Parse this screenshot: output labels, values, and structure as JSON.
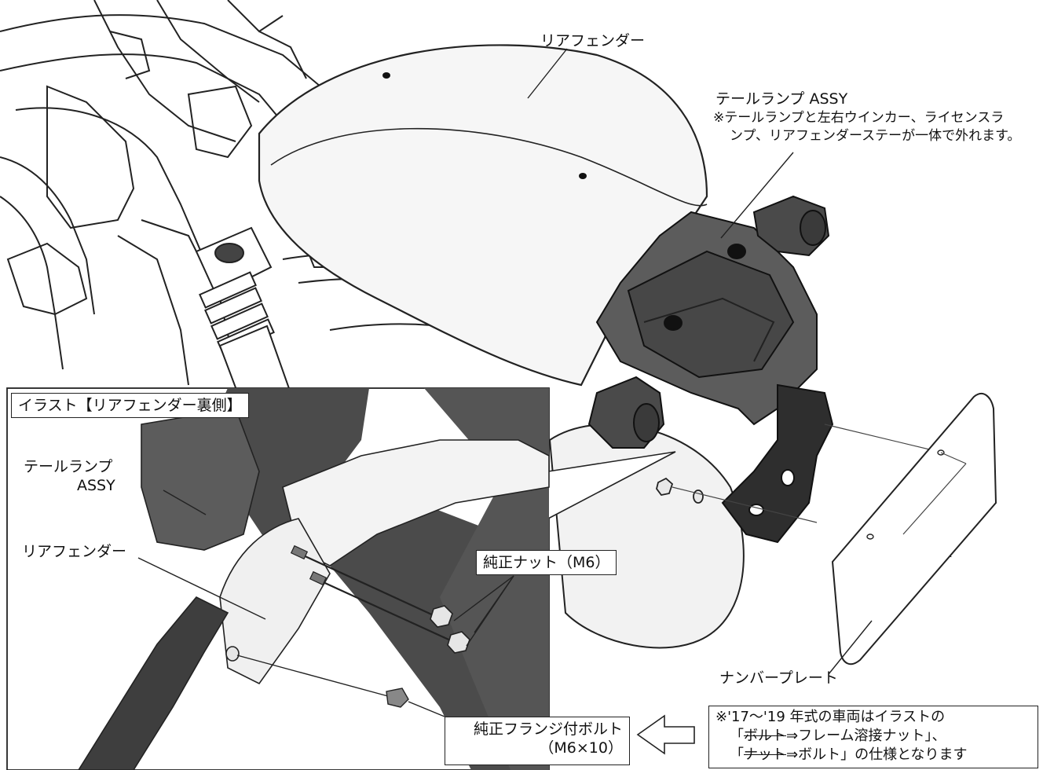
{
  "labels": {
    "rear_fender_top": "リアフェンダー",
    "tail_lamp_assy_title": "テールランプ ASSY",
    "tail_lamp_note_line1": "※テールランプと左右ウインカー、ライセンスラ",
    "tail_lamp_note_line2": "ンプ、リアフェンダーステーが一体で外れます。",
    "number_plate": "ナンバープレート"
  },
  "inset": {
    "title": "イラスト【リアフェンダー裏側】",
    "tail_lamp_line1": "テールランプ",
    "tail_lamp_line2": "ASSY",
    "rear_fender": "リアフェンダー",
    "nut_callout": "純正ナット（M6）",
    "bolt_callout_line1": "純正フランジ付ボルト",
    "bolt_callout_line2": "（M6×10）"
  },
  "note": {
    "line1": "※'17～'19 年式の車両はイラストの",
    "line2_prefix": "「",
    "line2_strike": "ボルト",
    "line2_rest": "⇒フレーム溶接ナット」、",
    "line3_prefix": "「",
    "line3_strike": "ナット",
    "line3_rest": "⇒ボルト」の仕様となります"
  }
}
